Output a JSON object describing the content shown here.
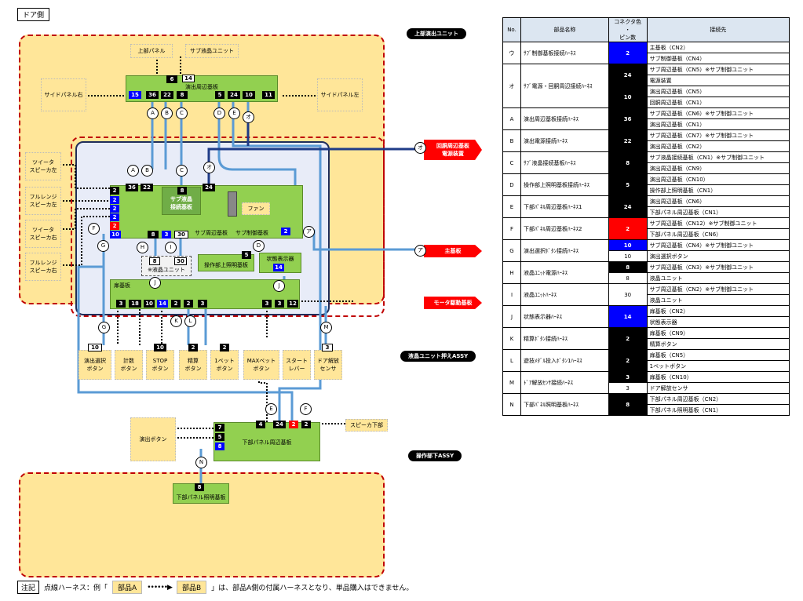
{
  "page_title": "ドア側",
  "zones": {
    "upper": "上部演出ユニット",
    "lcd_assy": "液晶ユニット押えASSY",
    "lower": "操作部下ASSY"
  },
  "side_parts": {
    "upper_panel": "上部パネル",
    "sub_lcd_unit": "サブ液晶ユニット",
    "side_panel_right": "サイドパネル右",
    "side_panel_left": "サイドパネル左",
    "tweeter_left": "ツイータ\nスピーカ左",
    "fullrange_left": "フルレンジ\nスピーカ左",
    "tweeter_right": "ツイータ\nスピーカ右",
    "fullrange_right": "フルレンジ\nスピーカ右",
    "fan": "ファン",
    "lcd_unit": "※液晶ユニット",
    "effect_button": "演出ボタン",
    "speaker_lower": "スピーカ下部"
  },
  "boards": {
    "effect_periph": "演出周辺基板",
    "sub_lcd_board": "サブ液晶\n接続基板",
    "sub_periph": "サブ周辺基板",
    "sub_control": "サブ制御基板",
    "op_upper_light": "操作部上照明基板",
    "status_display": "状態表示器",
    "door_board": "扉基板",
    "lower_panel_periph": "下部パネル周辺基板",
    "lower_panel_light": "下部パネル照明基板"
  },
  "external": {
    "game_power": "回胴周辺基板\n電源装置",
    "main_board": "主基板",
    "motor_board": "モータ駆動基板"
  },
  "buttons": [
    {
      "pin": "10",
      "label": "演出選択\nボタン"
    },
    {
      "pin": "",
      "label": "計数\nボタン"
    },
    {
      "pin": "10",
      "label": "STOP\nボタン"
    },
    {
      "pin": "2",
      "label": "精算\nボタン"
    },
    {
      "pin": "2",
      "label": "1ベット\nボタン"
    },
    {
      "pin": "",
      "label": "MAXベット\nボタン"
    },
    {
      "pin": "",
      "label": "スタート\nレバー"
    },
    {
      "pin": "3",
      "label": "ドア解放\nセンサ"
    }
  ],
  "pins": {
    "ep_top1": "6",
    "ep_top2": "14",
    "ep_15": "15",
    "ep_36": "36",
    "ep_22": "22",
    "ep_8": "8",
    "ep_5": "5",
    "ep_24": "24",
    "ep_10": "10",
    "ep_11": "11",
    "sc_36": "36",
    "sc_22": "22",
    "sc_24": "24",
    "sl_8": "8",
    "left_2a": "2",
    "left_2b": "2",
    "left_2c": "2",
    "left_2d": "2",
    "left_2r": "2",
    "left_10": "10",
    "sc_8": "8",
    "sc_3": "3",
    "sc_30": "30",
    "sc_2": "2",
    "lcd_8": "8",
    "lcd_30": "30",
    "opl_5": "5",
    "sd_14": "14",
    "db_3": "3",
    "db_18": "18",
    "db_10": "10",
    "db_14": "14",
    "db_2a": "2",
    "db_2b": "2",
    "db_3b": "3",
    "db_3c": "3",
    "db_3d": "3",
    "db_12": "12",
    "lp_4": "4",
    "lp_24": "24",
    "lp_2r": "2",
    "lp_2": "2",
    "lp_7": "7",
    "lp_5": "5",
    "lp_8": "8",
    "ll_8": "8"
  },
  "letters": [
    "A",
    "B",
    "C",
    "D",
    "E",
    "F",
    "G",
    "H",
    "I",
    "J",
    "K",
    "L",
    "M",
    "N",
    "ア",
    "オ"
  ],
  "note": {
    "label": "注記",
    "prefix": "点線ハーネス：例「",
    "a": "部品A",
    "b": "部品B",
    "suffix": "」は、部品A側の付属ハーネスとなり、単品購入はできません。"
  },
  "table": {
    "headers": [
      "No.",
      "部品名称",
      "コネクタ色\n・\nピン数",
      "接続先"
    ],
    "rows": [
      {
        "no": "ウ",
        "name": "ｻﾌﾞ制御基板接続ﾊｰﾈｽ",
        "pins": [
          {
            "v": "2",
            "c": "b",
            "span": 2
          }
        ],
        "dest": [
          "主基板（CN2）",
          "サブ制御基板（CN4）"
        ]
      },
      {
        "no": "オ",
        "name": "ｻﾌﾞ電源・回胴周辺接続ﾊｰﾈｽ",
        "pins": [
          {
            "v": "24",
            "c": "k",
            "span": 2
          },
          {
            "v": "10",
            "c": "k",
            "span": 2
          }
        ],
        "dest": [
          "サブ周辺基板（CN5）※サブ制御ユニット",
          "電源装置",
          "演出周辺基板（CN5）",
          "回胴周辺基板（CN1）"
        ]
      },
      {
        "no": "A",
        "name": "演出周辺基板接続ﾊｰﾈｽ",
        "pins": [
          {
            "v": "36",
            "c": "k",
            "span": 2
          }
        ],
        "dest": [
          "サブ周辺基板（CN6）※サブ制御ユニット",
          "演出周辺基板（CN1）"
        ]
      },
      {
        "no": "B",
        "name": "演出電源接続ﾊｰﾈｽ",
        "pins": [
          {
            "v": "22",
            "c": "k",
            "span": 2
          }
        ],
        "dest": [
          "サブ周辺基板（CN7）※サブ制御ユニット",
          "演出周辺基板（CN2）"
        ]
      },
      {
        "no": "C",
        "name": "ｻﾌﾞ液晶接続基板ﾊｰﾈｽ",
        "pins": [
          {
            "v": "8",
            "c": "k",
            "span": 2
          }
        ],
        "dest": [
          "サブ液晶接続基板（CN1）※サブ制御ユニット",
          "演出周辺基板（CN9）"
        ]
      },
      {
        "no": "D",
        "name": "操作部上照明基板接続ﾊｰﾈｽ",
        "pins": [
          {
            "v": "5",
            "c": "k",
            "span": 2
          }
        ],
        "dest": [
          "演出周辺基板（CN10）",
          "操作部上照明基板（CN1）"
        ]
      },
      {
        "no": "E",
        "name": "下部ﾊﾟﾈﾙ周辺基板ﾊｰﾈｽ1",
        "pins": [
          {
            "v": "24",
            "c": "k",
            "span": 2
          }
        ],
        "dest": [
          "演出周辺基板（CN6）",
          "下部パネル周辺基板（CN1）"
        ]
      },
      {
        "no": "F",
        "name": "下部ﾊﾟﾈﾙ周辺基板ﾊｰﾈｽ2",
        "pins": [
          {
            "v": "2",
            "c": "r",
            "span": 2
          }
        ],
        "dest": [
          "サブ周辺基板（CN12）※サブ制御ユニット",
          "下部パネル周辺基板（CN6）"
        ]
      },
      {
        "no": "G",
        "name": "演出選択ﾎﾞﾀﾝ接続ﾊｰﾈｽ",
        "pins": [
          {
            "v": "10",
            "c": "b",
            "span": 1
          },
          {
            "v": "10",
            "c": "w",
            "span": 1
          }
        ],
        "dest": [
          "サブ周辺基板（CN4）※サブ制御ユニット",
          "演出選択ボタン"
        ]
      },
      {
        "no": "H",
        "name": "液晶ﾕﾆｯﾄ電源ﾊｰﾈｽ",
        "pins": [
          {
            "v": "8",
            "c": "k",
            "span": 1
          },
          {
            "v": "8",
            "c": "w",
            "span": 1
          }
        ],
        "dest": [
          "サブ周辺基板（CN3）※サブ制御ユニット",
          "液晶ユニット"
        ]
      },
      {
        "no": "I",
        "name": "液晶ﾕﾆｯﾄﾊｰﾈｽ",
        "pins": [
          {
            "v": "30",
            "c": "w",
            "span": 2
          }
        ],
        "dest": [
          "サブ周辺基板（CN2）※サブ制御ユニット",
          "液晶ユニット"
        ]
      },
      {
        "no": "J",
        "name": "状態表示器ﾊｰﾈｽ",
        "pins": [
          {
            "v": "14",
            "c": "b",
            "span": 2
          }
        ],
        "dest": [
          "扉基板（CN2）",
          "状態表示器"
        ]
      },
      {
        "no": "K",
        "name": "精算ﾎﾞﾀﾝ接続ﾊｰﾈｽ",
        "pins": [
          {
            "v": "2",
            "c": "k",
            "span": 2
          }
        ],
        "dest": [
          "扉基板（CN9）",
          "精算ボタン"
        ]
      },
      {
        "no": "L",
        "name": "遊技ﾒﾀﾞﾙ投入ﾎﾞﾀﾝ1ﾊｰﾈｽ",
        "pins": [
          {
            "v": "2",
            "c": "k",
            "span": 2
          }
        ],
        "dest": [
          "扉基板（CN5）",
          "1ベットボタン"
        ]
      },
      {
        "no": "M",
        "name": "ﾄﾞｱ解放ｾﾝｻ接続ﾊｰﾈｽ",
        "pins": [
          {
            "v": "3",
            "c": "k",
            "span": 1
          },
          {
            "v": "3",
            "c": "w",
            "span": 1
          }
        ],
        "dest": [
          "扉基板（CN10）",
          "ドア解放センサ"
        ]
      },
      {
        "no": "N",
        "name": "下部ﾊﾟﾈﾙ照明基板ﾊｰﾈｽ",
        "pins": [
          {
            "v": "8",
            "c": "k",
            "span": 2
          }
        ],
        "dest": [
          "下部パネル周辺基板（CN2）",
          "下部パネル照明基板（CN1）"
        ]
      }
    ]
  }
}
